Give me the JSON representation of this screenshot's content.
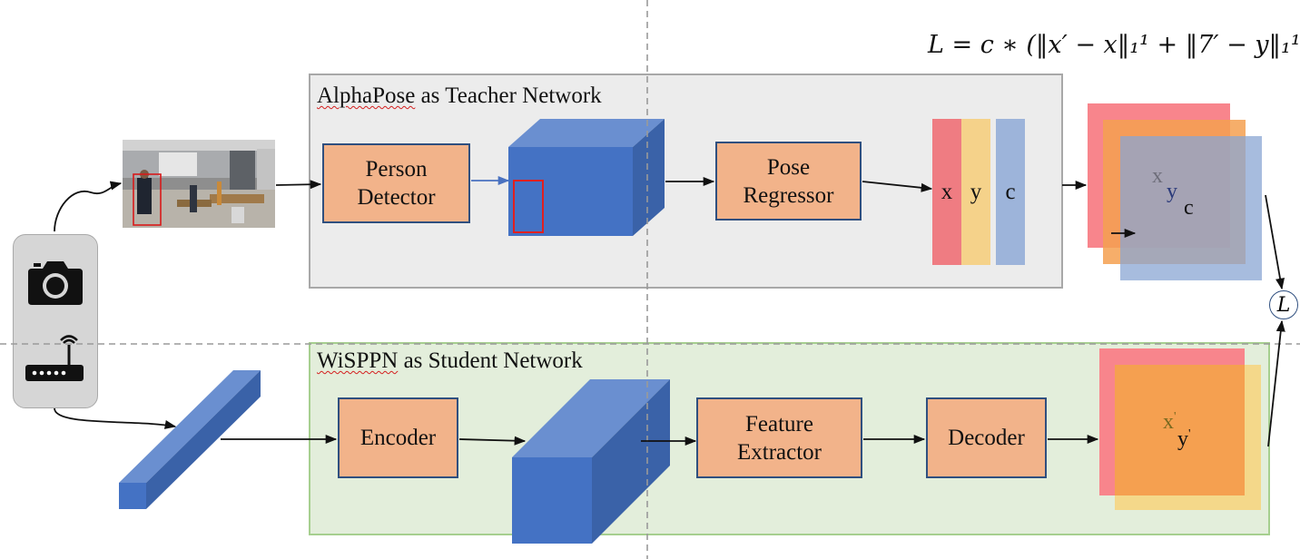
{
  "formula": {
    "text": "L = c ∗ (‖x′ − x‖₁¹ + ‖7′ − y‖₁¹)"
  },
  "teacher": {
    "title_name": "AlphaPose",
    "title_rest": " as Teacher Network",
    "person_detector": "Person\nDetector",
    "pose_regressor": "Pose\nRegressor",
    "bars": [
      "x",
      "y",
      "c"
    ]
  },
  "student": {
    "title_name": "WiSPPN",
    "title_rest": " as Student Network",
    "encoder": "Encoder",
    "feature_extractor": "Feature\nExtractor",
    "decoder": "Decoder"
  },
  "teacher_output": {
    "x": "x",
    "y": "y",
    "c": "c"
  },
  "student_output": {
    "x": "x",
    "x_prime": "'",
    "y": "y",
    "y_prime": "'"
  },
  "loss_symbol": "L",
  "icons": [
    "camera-icon",
    "wifi-router-icon"
  ],
  "colors": {
    "teacher_panel": "#ececec",
    "student_panel": "#e3eedb",
    "box_fill": "#f2b38a",
    "box_border": "#2f4f7f",
    "cube_front": "#4472c4",
    "cube_top": "#6a8fd0",
    "cube_side": "#3a62a8",
    "bar_red": "#ef7c82",
    "bar_yellow": "#f5d28a",
    "bar_blue": "#9db4da",
    "map_red": "#f8858c",
    "map_orange": "#f5a050",
    "map_blue": "#7f9ed0",
    "map_yellow": "#f4d88a"
  }
}
